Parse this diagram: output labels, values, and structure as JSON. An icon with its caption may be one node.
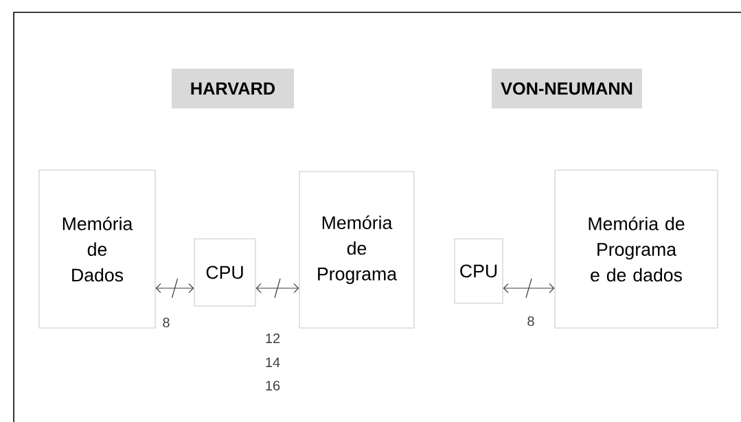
{
  "diagram": {
    "nodes": [
      {
        "text": [
          "HARVARD"
        ]
      },
      {
        "text": [
          "VON-NEUMANN"
        ]
      },
      {
        "text": [
          "Memória de Dados"
        ]
      },
      {
        "text": [
          "CPU"
        ]
      },
      {
        "text": [
          "Memória de Programa"
        ]
      },
      {
        "text": [
          "CPU"
        ]
      },
      {
        "text": [
          "Memória de Programa e de dados"
        ]
      }
    ],
    "edges": [
      {
        "from": 2,
        "to": 3,
        "arrow": "both"
      },
      {
        "from": 3,
        "to": 4,
        "arrow": "both"
      },
      {
        "from": 5,
        "to": 6,
        "arrow": "both"
      }
    ],
    "labels": [
      "8",
      "12",
      "14",
      "16",
      "8"
    ]
  }
}
